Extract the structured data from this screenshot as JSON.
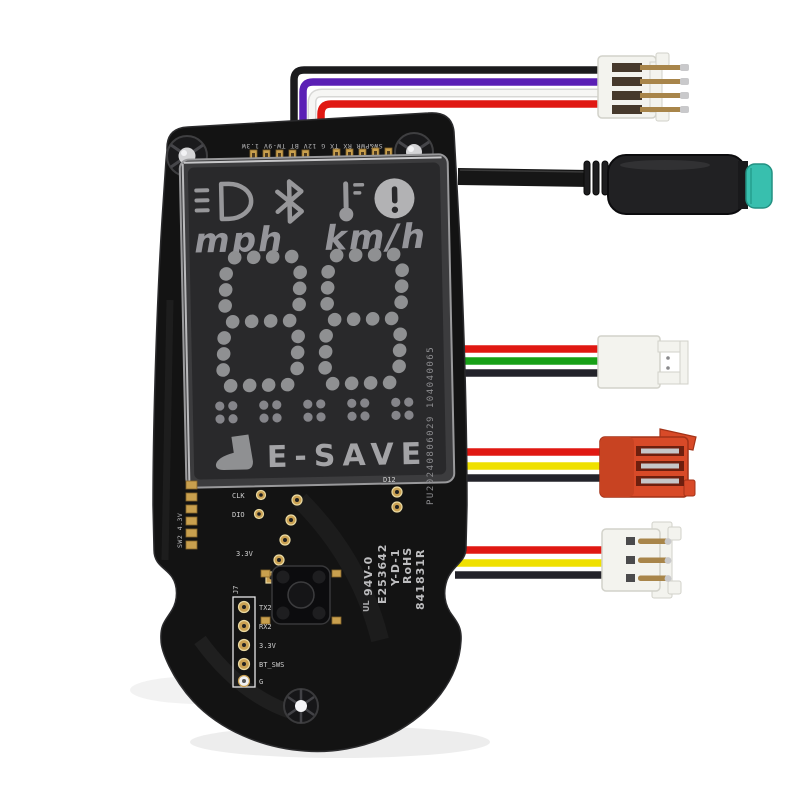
{
  "display": {
    "icons": [
      "headlight-icon",
      "bluetooth-icon",
      "temperature-icon",
      "warning-icon"
    ],
    "unit_left": "mph",
    "unit_right": "km/h",
    "value": "88",
    "sub_dot_groups": 5,
    "brand": "E-SAVE",
    "brand_icon": "boot-icon"
  },
  "pcb": {
    "top_silkscreen": "SW&PWR RX TX G    12V BT TW-9V 1.3W",
    "serial": "PU20240806029  104040065",
    "left_edge_label": "SW2 4.3V",
    "labels": {
      "clk": "CLK",
      "dio": "DIO",
      "v33": "3.3V",
      "d12": "D12"
    },
    "header_j7": {
      "label": "J7",
      "pins": [
        "TX2",
        "RX2",
        "3.3V",
        "BT_SWS",
        "G"
      ]
    },
    "certs": {
      "ul_mark": "UL",
      "flame": "94V-0",
      "file": "E253642",
      "model": "Y-D-1",
      "rohs": "RoHS",
      "code": "841831R"
    }
  },
  "cables": [
    {
      "name": "display-signal-cable",
      "wires": [
        "black",
        "purple",
        "white",
        "red"
      ],
      "connector": "white 4-pin JST"
    },
    {
      "name": "main-power-cable",
      "wires": [
        "black"
      ],
      "connector": "black barrel with teal tip"
    },
    {
      "name": "aux-cable-1",
      "wires": [
        "red",
        "green",
        "black"
      ],
      "connector": "white 3-pin latch"
    },
    {
      "name": "aux-cable-2",
      "wires": [
        "red",
        "yellow",
        "black"
      ],
      "connector": "red 3-pin"
    },
    {
      "name": "aux-cable-3",
      "wires": [
        "red",
        "yellow",
        "black"
      ],
      "connector": "white 3-pin JST"
    }
  ],
  "colors": {
    "background": "#ffffff",
    "board": "#131313",
    "screen": "#29292b",
    "lcd": "#8f9092",
    "silkscreen": "#cfcfcf",
    "wire_black": "#1b1b1d",
    "wire_purple": "#5a1fb5",
    "wire_white": "#f5f5f3",
    "wire_red": "#e01812",
    "wire_green": "#17a017",
    "wire_yellow": "#efe000",
    "connector_white": "#f3f3ee",
    "connector_red": "#d84a28",
    "teal_tip": "#38bfae",
    "pad_gold": "#c9a04e"
  }
}
